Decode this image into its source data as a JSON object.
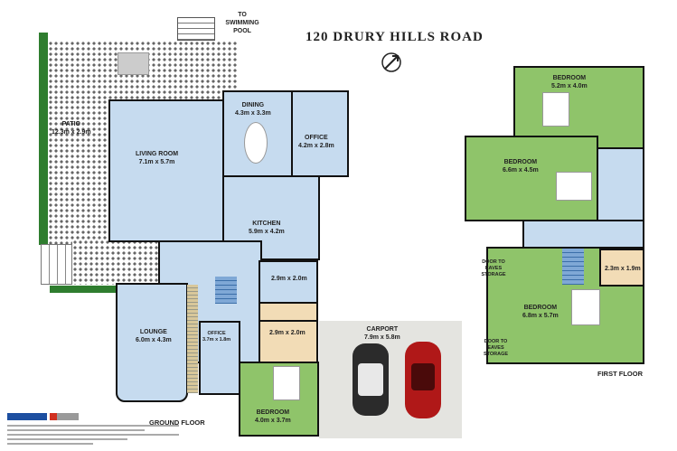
{
  "title": "120 DRURY HILLS ROAD",
  "compass_icon": "north-arrow-icon",
  "ground_floor": {
    "label": "GROUND FLOOR",
    "pool_note": "TO SWIMMING POOL",
    "rooms": [
      {
        "name": "PATIO",
        "size": "12.3m x 2.9m"
      },
      {
        "name": "LIVING ROOM",
        "size": "7.1m x 5.7m"
      },
      {
        "name": "DINING",
        "size": "4.3m x 3.3m"
      },
      {
        "name": "OFFICE",
        "size": "4.2m x 2.8m"
      },
      {
        "name": "KITCHEN",
        "size": "5.9m x 4.2m"
      },
      {
        "name": "",
        "size": "2.9m x 2.0m"
      },
      {
        "name": "",
        "size": "2.9m x 2.0m"
      },
      {
        "name": "LOUNGE",
        "size": "6.0m x 4.3m"
      },
      {
        "name": "OFFICE",
        "size": "3.7m x 1.8m"
      },
      {
        "name": "BEDROOM",
        "size": "4.0m x 3.7m"
      },
      {
        "name": "CARPORT",
        "size": "7.9m x 5.8m"
      }
    ]
  },
  "first_floor": {
    "label": "FIRST FLOOR",
    "rooms": [
      {
        "name": "BEDROOM",
        "size": "5.2m x 4.0m"
      },
      {
        "name": "BEDROOM",
        "size": "6.6m x 4.5m"
      },
      {
        "name": "BEDROOM",
        "size": "6.8m x 5.7m"
      },
      {
        "name": "",
        "size": "2.3m x 1.9m"
      }
    ],
    "notes": [
      "DOOR TO EAVES STORAGE",
      "DOOR TO EAVES STORAGE"
    ]
  },
  "colors": {
    "room_blue": "#c6dbef",
    "bedroom_green": "#8fc46a",
    "wet_tan": "#f2dcb6",
    "carport_gray": "#e4e4e0"
  },
  "logos": [
    "Bayleys/Thompson logo",
    "agency logo"
  ]
}
